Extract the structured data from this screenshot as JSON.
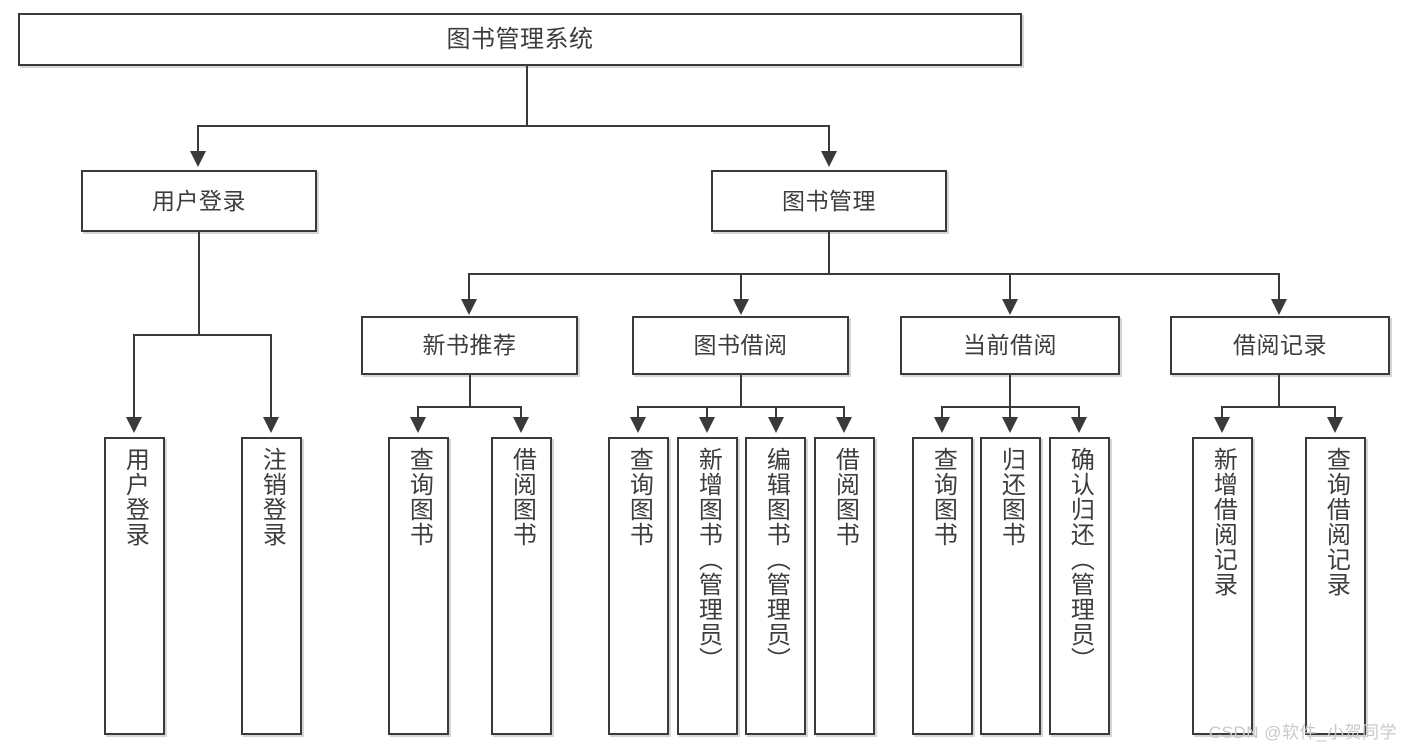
{
  "diagram": {
    "title": "图书管理系统",
    "root": {
      "label": "图书管理系统"
    },
    "level2": [
      {
        "label": "用户登录"
      },
      {
        "label": "图书管理"
      }
    ],
    "level3": [
      {
        "label": "新书推荐"
      },
      {
        "label": "图书借阅"
      },
      {
        "label": "当前借阅"
      },
      {
        "label": "借阅记录"
      }
    ],
    "leaves": {
      "user_login": [
        {
          "label": "用户登录"
        },
        {
          "label": "注销登录"
        }
      ],
      "new_book_recommend": [
        {
          "label": "查询图书"
        },
        {
          "label": "借阅图书"
        }
      ],
      "book_borrow": [
        {
          "label": "查询图书"
        },
        {
          "label": "新增图书（管理员）"
        },
        {
          "label": "编辑图书（管理员）"
        },
        {
          "label": "借阅图书"
        }
      ],
      "current_borrow": [
        {
          "label": "查询图书"
        },
        {
          "label": "归还图书"
        },
        {
          "label": "确认归还（管理员）"
        }
      ],
      "borrow_record": [
        {
          "label": "新增借阅记录"
        },
        {
          "label": "查询借阅记录"
        }
      ]
    }
  },
  "watermark": {
    "text": "CSDN @软件_小贺同学"
  },
  "colors": {
    "stroke": "#3a3a3a",
    "text": "#3d3d3d",
    "background": "#ffffff",
    "watermark": "#c9c9c9"
  }
}
